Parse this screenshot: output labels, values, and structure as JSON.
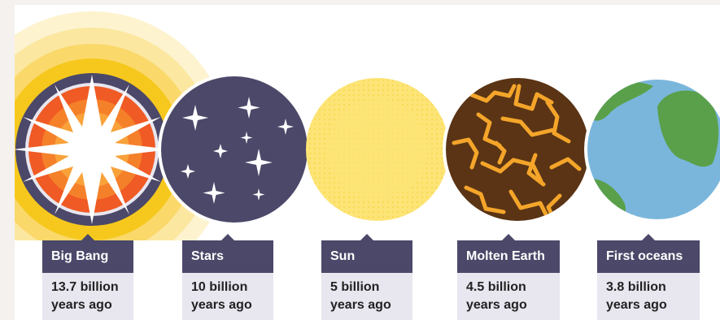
{
  "colors": {
    "panel_dark": "#4b4869",
    "panel_light": "#e8e6ef",
    "bigbang_yellow": "#f6c81d",
    "bigbang_orange": "#f05a24",
    "sun_yellow": "#fde476",
    "molten_brown": "#5a3414",
    "lava_orange": "#f4a52a",
    "ocean_blue": "#7ab6dc",
    "land_green": "#5aa04a"
  },
  "stages": [
    {
      "name": "Big Bang",
      "time_line1": "13.7 billion",
      "time_line2": "years ago",
      "icon": "explosion-icon"
    },
    {
      "name": "Stars",
      "time_line1": "10 billion",
      "time_line2": "years ago",
      "icon": "stars-icon"
    },
    {
      "name": "Sun",
      "time_line1": "5 billion",
      "time_line2": "years ago",
      "icon": "sun-icon"
    },
    {
      "name": "Molten Earth",
      "time_line1": "4.5 billion",
      "time_line2": "years ago",
      "icon": "molten-planet-icon"
    },
    {
      "name": "First oceans",
      "time_line1": "3.8 billion",
      "time_line2": "years ago",
      "icon": "ocean-planet-icon"
    }
  ]
}
